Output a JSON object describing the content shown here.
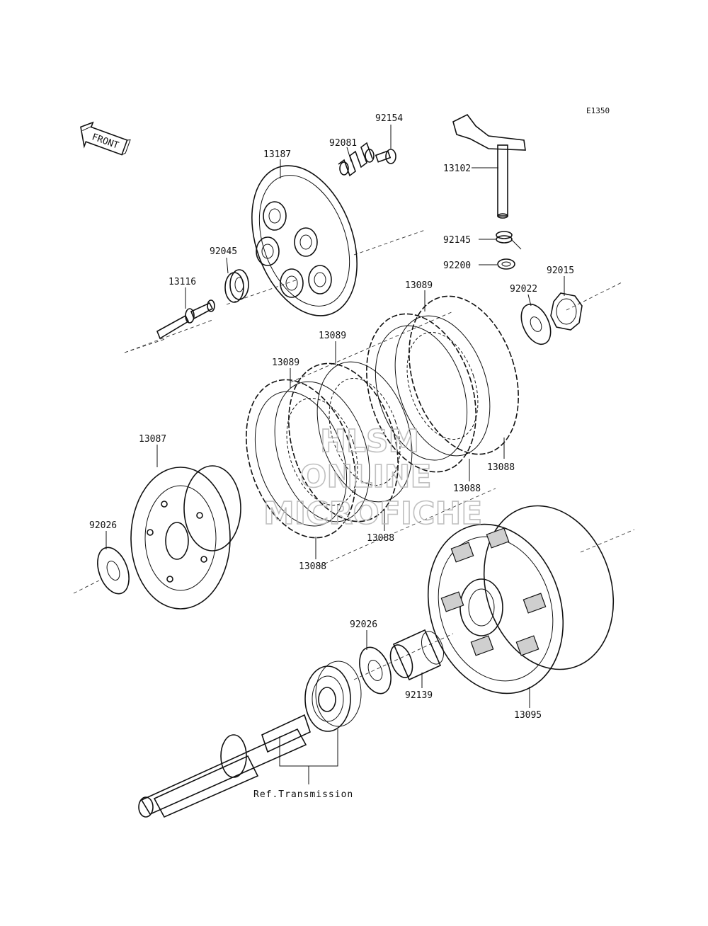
{
  "diagram_code": "E1350",
  "front_label": "FRONT",
  "ref_label": "Ref.Transmission",
  "watermark": [
    "HLSM",
    "ONLINE",
    "MICROFICHE"
  ],
  "parts": [
    {
      "id": "p92154",
      "number": "92154"
    },
    {
      "id": "p92081",
      "number": "92081"
    },
    {
      "id": "p13187",
      "number": "13187"
    },
    {
      "id": "p13102",
      "number": "13102"
    },
    {
      "id": "p92145",
      "number": "92145"
    },
    {
      "id": "p92200",
      "number": "92200"
    },
    {
      "id": "p92015",
      "number": "92015"
    },
    {
      "id": "p92022",
      "number": "92022"
    },
    {
      "id": "p92045",
      "number": "92045"
    },
    {
      "id": "p13116",
      "number": "13116"
    },
    {
      "id": "p13089a",
      "number": "13089"
    },
    {
      "id": "p13089b",
      "number": "13089"
    },
    {
      "id": "p13089c",
      "number": "13089"
    },
    {
      "id": "p13087",
      "number": "13087"
    },
    {
      "id": "p13088a",
      "number": "13088"
    },
    {
      "id": "p13088b",
      "number": "13088"
    },
    {
      "id": "p13088c",
      "number": "13088"
    },
    {
      "id": "p13088d",
      "number": "13088"
    },
    {
      "id": "p92026a",
      "number": "92026"
    },
    {
      "id": "p92026b",
      "number": "92026"
    },
    {
      "id": "p92139",
      "number": "92139"
    },
    {
      "id": "p13095",
      "number": "13095"
    }
  ]
}
